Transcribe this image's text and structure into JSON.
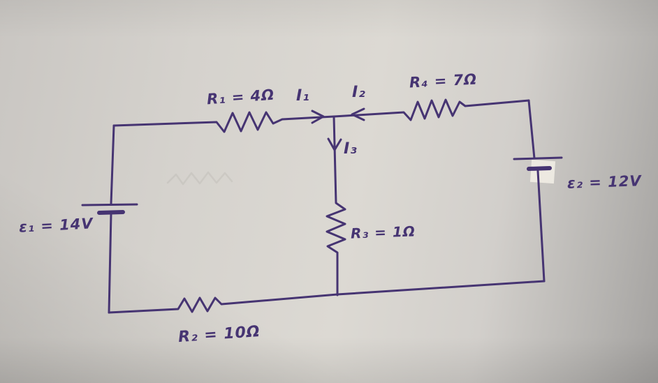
{
  "figure": {
    "description": "Hand-drawn two-loop DC circuit diagram in purple ink on gray paper",
    "ink_color": "#463472",
    "paper_color": "#d6d3ce",
    "tape_color": "#f1eee5"
  },
  "labels": {
    "r1": "R₁ = 4Ω",
    "i1": "I₁",
    "i2": "I₂",
    "r4": "R₄ = 7Ω",
    "i3": "I₃",
    "e1": "ε₁ = 14V",
    "e2": "ε₂ = 12V",
    "r3": "R₃ = 1Ω",
    "r2": "R₂ = 10Ω"
  },
  "components": [
    {
      "id": "R1",
      "type": "resistor",
      "value": "4 Ω",
      "location": "top-left branch"
    },
    {
      "id": "R4",
      "type": "resistor",
      "value": "7 Ω",
      "location": "top-right branch"
    },
    {
      "id": "R3",
      "type": "resistor",
      "value": "1 Ω",
      "location": "middle branch"
    },
    {
      "id": "R2",
      "type": "resistor",
      "value": "10 Ω",
      "location": "bottom branch"
    },
    {
      "id": "E1",
      "type": "battery",
      "value": "14 V",
      "location": "left branch"
    },
    {
      "id": "E2",
      "type": "battery",
      "value": "12 V",
      "location": "right branch"
    },
    {
      "id": "I1",
      "type": "current-arrow",
      "direction": "right, toward center junction"
    },
    {
      "id": "I2",
      "type": "current-arrow",
      "direction": "left, toward center junction"
    },
    {
      "id": "I3",
      "type": "current-arrow",
      "direction": "down middle branch"
    }
  ]
}
